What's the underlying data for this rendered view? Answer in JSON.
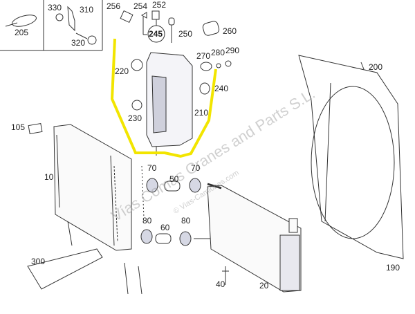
{
  "diagram": {
    "highlight_color": "#f2e500",
    "parts": {
      "p205": "205",
      "p330": "330",
      "p310": "310",
      "p320": "320",
      "p256": "256",
      "p254": "254",
      "p252": "252",
      "p245": "245",
      "p250": "250",
      "p260": "260",
      "p270": "270",
      "p280": "280",
      "p290": "290",
      "p220": "220",
      "p240": "240",
      "p230": "230",
      "p210": "210",
      "p200": "200",
      "p105": "105",
      "p10": "10",
      "p70a": "70",
      "p50": "50",
      "p70b": "70",
      "p80a": "80",
      "p60": "60",
      "p80b": "80",
      "p300": "300",
      "p40": "40",
      "p20": "20",
      "p190": "190"
    },
    "watermark": {
      "main": "Vías Comas Cranes and Parts S.L.",
      "sub": "© Vias-Camiones.com"
    }
  }
}
